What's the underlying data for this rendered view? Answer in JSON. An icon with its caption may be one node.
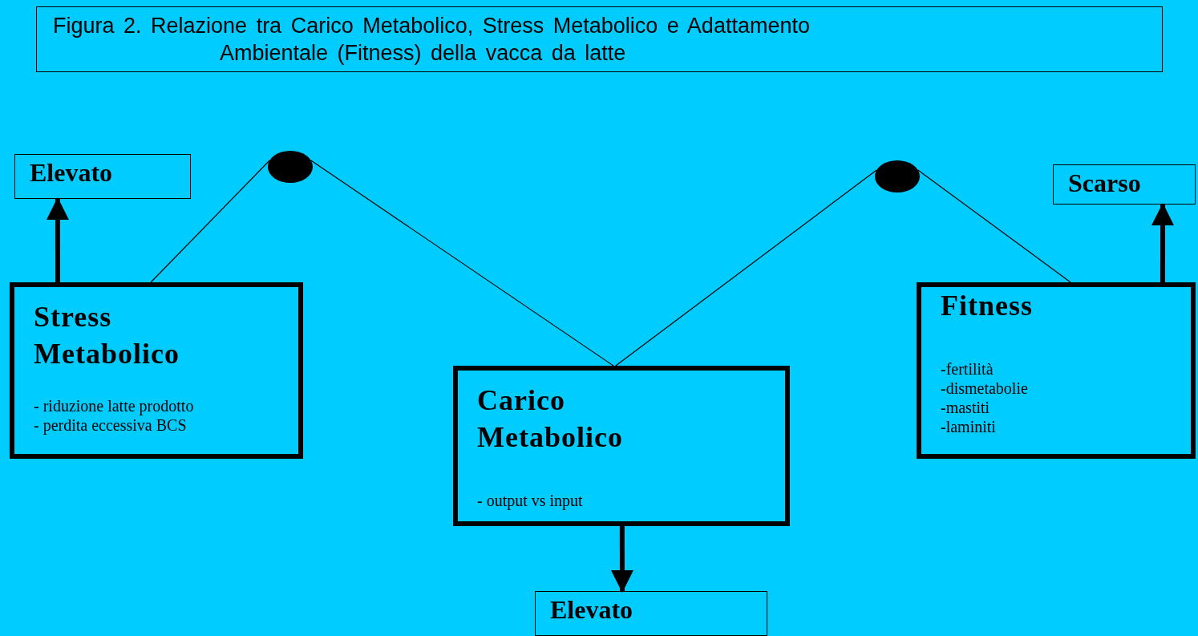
{
  "diagram": {
    "title": "Figura 2. Relazione tra Carico Metabolico, Stress Metabolico e Adattamento Ambientale (Fitness) della vacca da latte",
    "nodes": [
      {
        "text": [
          "Elevato"
        ]
      },
      {
        "text": [
          "Stress Metabolico",
          "- riduzione latte prodotto",
          "- perdita eccessiva BCS"
        ]
      },
      {
        "text": [],
        "shape": "circle"
      },
      {
        "text": [
          "Carico Metabolico",
          "- output vs input"
        ]
      },
      {
        "text": [],
        "shape": "circle"
      },
      {
        "text": [
          "Scarso"
        ]
      },
      {
        "text": [
          "Fitness",
          "-fertilità",
          "-dismetabolie",
          "-mastiti",
          "-laminiti"
        ]
      },
      {
        "text": [
          "Elevato"
        ]
      }
    ],
    "edges": [
      {
        "from": 1,
        "to": 0,
        "arrow": "to",
        "style": "thick"
      },
      {
        "from": 1,
        "to": 2,
        "arrow": "none"
      },
      {
        "from": 2,
        "to": 3,
        "arrow": "none"
      },
      {
        "from": 3,
        "to": 4,
        "arrow": "none"
      },
      {
        "from": 4,
        "to": 6,
        "arrow": "none"
      },
      {
        "from": 6,
        "to": 5,
        "arrow": "to",
        "style": "thick"
      },
      {
        "from": 3,
        "to": 7,
        "arrow": "to",
        "style": "thick"
      }
    ]
  }
}
